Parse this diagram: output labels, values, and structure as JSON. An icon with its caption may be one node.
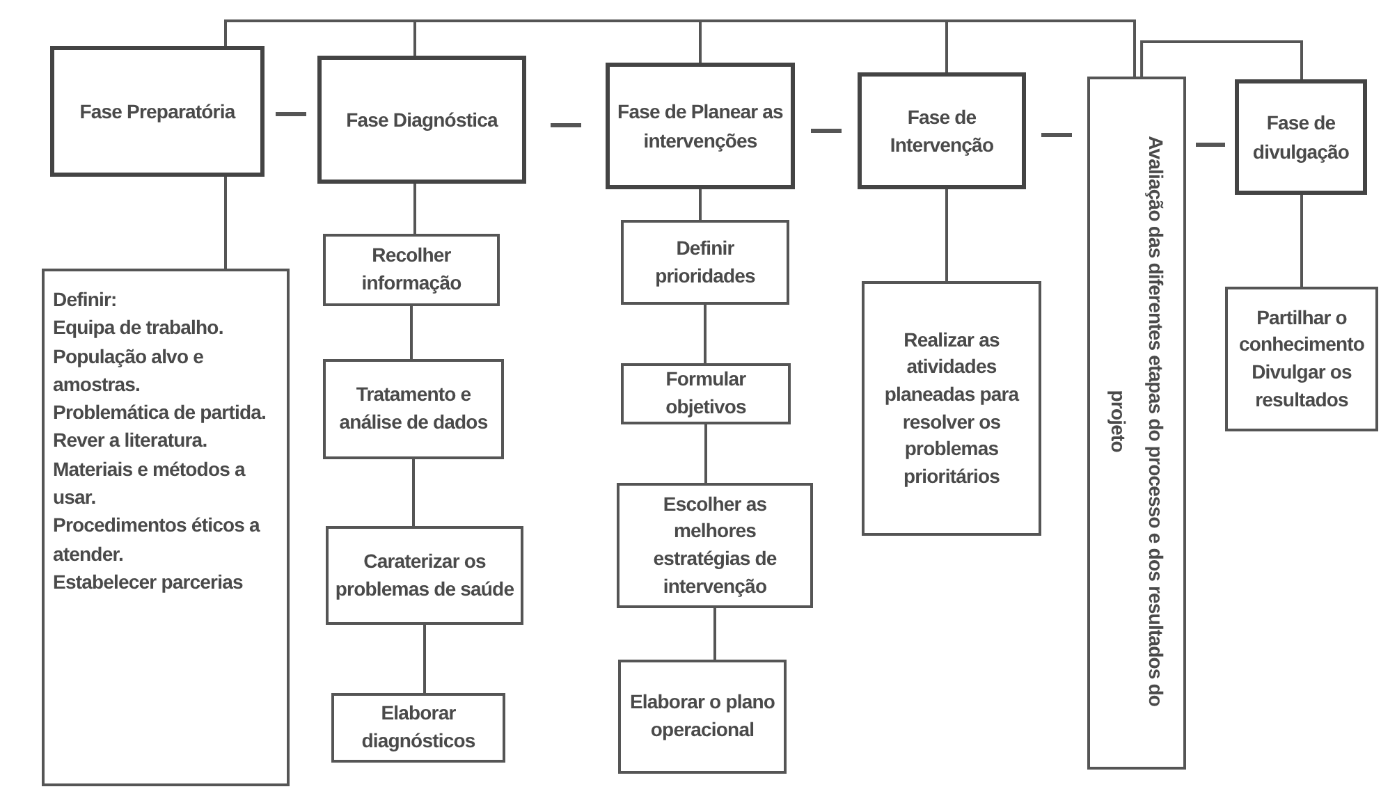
{
  "diagram": {
    "nodes": [
      {
        "text": [
          "Fase Preparatória"
        ]
      },
      {
        "text": [
          "Fase Diagnóstica"
        ]
      },
      {
        "text": [
          "Fase de Planear as intervenções"
        ]
      },
      {
        "text": [
          "Fase de Intervenção"
        ]
      },
      {
        "text": [
          "Avaliação das diferentes etapas do processo e dos resultados do projeto"
        ]
      },
      {
        "text": [
          "Fase de divulgação"
        ]
      },
      {
        "text": [
          "Definir:",
          "Equipa de trabalho.",
          "População alvo e amostras.",
          "Problemática de partida.",
          "Rever a literatura.",
          "Materiais e métodos a usar.",
          "Procedimentos éticos a atender.",
          "Estabelecer parcerias"
        ]
      },
      {
        "text": [
          "Recolher informação"
        ]
      },
      {
        "text": [
          "Tratamento e análise de dados"
        ]
      },
      {
        "text": [
          "Caraterizar os problemas de saúde"
        ]
      },
      {
        "text": [
          "Elaborar diagnósticos"
        ]
      },
      {
        "text": [
          "Definir prioridades"
        ]
      },
      {
        "text": [
          "Formular objetivos"
        ]
      },
      {
        "text": [
          "Escolher as melhores estratégias de intervenção"
        ]
      },
      {
        "text": [
          "Elaborar o plano operacional"
        ]
      },
      {
        "text": [
          "Realizar as atividades planeadas para resolver os problemas prioritários"
        ]
      },
      {
        "text": [
          "Partilhar o conhecimento",
          "Divulgar os resultados"
        ]
      }
    ],
    "edges": [
      {
        "from": 0,
        "to": 1,
        "arrow": "none"
      },
      {
        "from": 1,
        "to": 2,
        "arrow": "none"
      },
      {
        "from": 2,
        "to": 3,
        "arrow": "none"
      },
      {
        "from": 3,
        "to": 4,
        "arrow": "none"
      },
      {
        "from": 4,
        "to": 5,
        "arrow": "none"
      },
      {
        "from": 0,
        "to": 4,
        "arrow": "none"
      },
      {
        "from": 1,
        "to": 4,
        "arrow": "none"
      },
      {
        "from": 2,
        "to": 4,
        "arrow": "none"
      },
      {
        "from": 3,
        "to": 4,
        "arrow": "none"
      },
      {
        "from": 4,
        "to": 5,
        "arrow": "none"
      },
      {
        "from": 0,
        "to": 6,
        "arrow": "none"
      },
      {
        "from": 1,
        "to": 7,
        "arrow": "none"
      },
      {
        "from": 7,
        "to": 8,
        "arrow": "none"
      },
      {
        "from": 8,
        "to": 9,
        "arrow": "none"
      },
      {
        "from": 9,
        "to": 10,
        "arrow": "none"
      },
      {
        "from": 2,
        "to": 11,
        "arrow": "none"
      },
      {
        "from": 11,
        "to": 12,
        "arrow": "none"
      },
      {
        "from": 12,
        "to": 13,
        "arrow": "none"
      },
      {
        "from": 13,
        "to": 14,
        "arrow": "none"
      },
      {
        "from": 3,
        "to": 15,
        "arrow": "none"
      },
      {
        "from": 5,
        "to": 16,
        "arrow": "none"
      }
    ]
  }
}
